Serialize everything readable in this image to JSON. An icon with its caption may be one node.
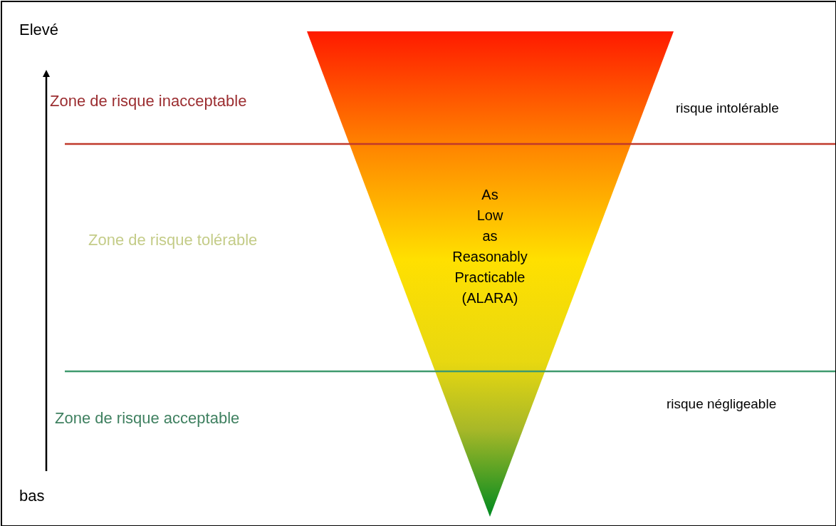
{
  "diagram": {
    "nodes": [
      {
        "text": [
          "As Low as Reasonably Practicable (ALARA)"
        ]
      }
    ],
    "labels": [
      "Elevé",
      "Zone de risque inacceptable",
      "risque intolérable",
      "Zone de risque tolérable",
      "risque négligeable",
      "Zone de risque acceptable",
      "bas"
    ]
  }
}
